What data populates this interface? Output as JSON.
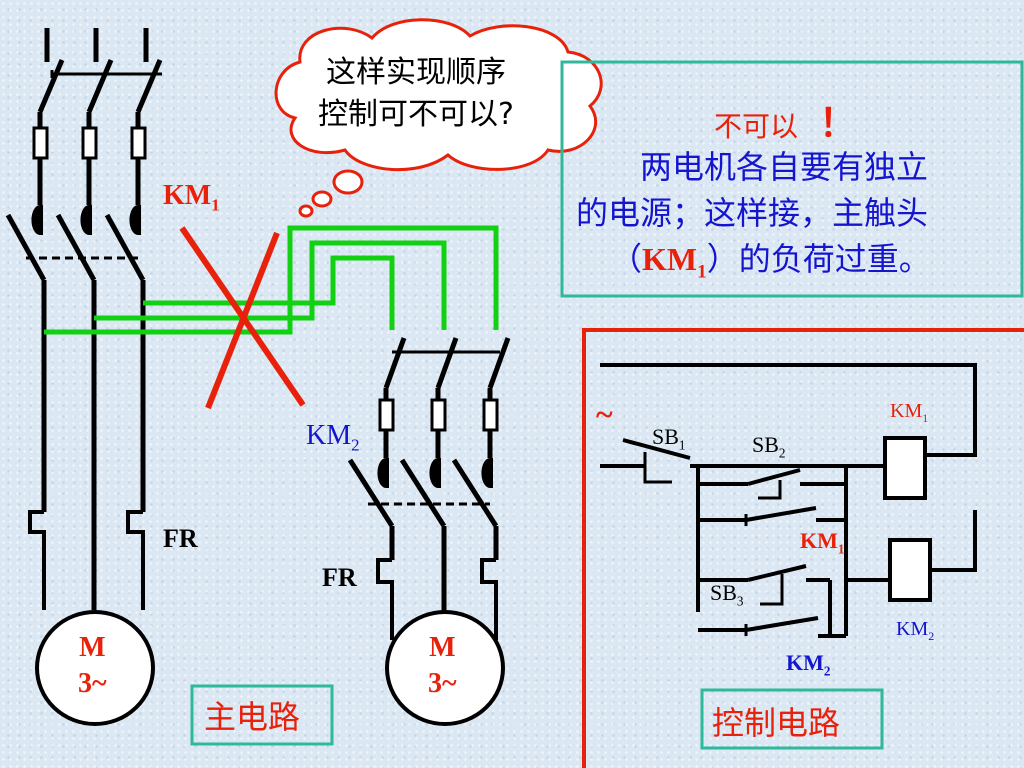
{
  "thought_bubble": {
    "line1": "这样实现顺序",
    "line2": "控制可不可以?"
  },
  "answer_box": {
    "verdict": "不可以",
    "exclaim": "！",
    "line1": "两电机各自要有独立",
    "line2": "的电源；这样接，主触头",
    "line3_prefix": "（",
    "line3_km": "KM",
    "line3_sub": "1",
    "line3_suffix": "）的负荷过重。"
  },
  "main_circuit": {
    "title": "主电路",
    "km1": {
      "text": "KM",
      "sub": "1"
    },
    "km2": {
      "text": "KM",
      "sub": "2"
    },
    "fr1": "FR",
    "fr2": "FR",
    "motor1": {
      "line1": "M",
      "line2": "3~"
    },
    "motor2": {
      "line1": "M",
      "line2": "3~"
    }
  },
  "control_circuit": {
    "title": "控制电路",
    "tilde": "~",
    "sb1": {
      "text": "SB",
      "sub": "1"
    },
    "sb2": {
      "text": "SB",
      "sub": "2"
    },
    "sb3": {
      "text": "SB",
      "sub": "3"
    },
    "km1_coil": {
      "text": "KM",
      "sub": "1"
    },
    "km1_contact": {
      "text": "KM",
      "sub": "1"
    },
    "km2_coil": {
      "text": "KM",
      "sub": "2"
    },
    "km2_contact": {
      "text": "KM",
      "sub": "2"
    }
  },
  "colors": {
    "red": "#e8210b",
    "blue": "#1515d0",
    "green": "#12d012",
    "teal": "#2fb89a"
  }
}
